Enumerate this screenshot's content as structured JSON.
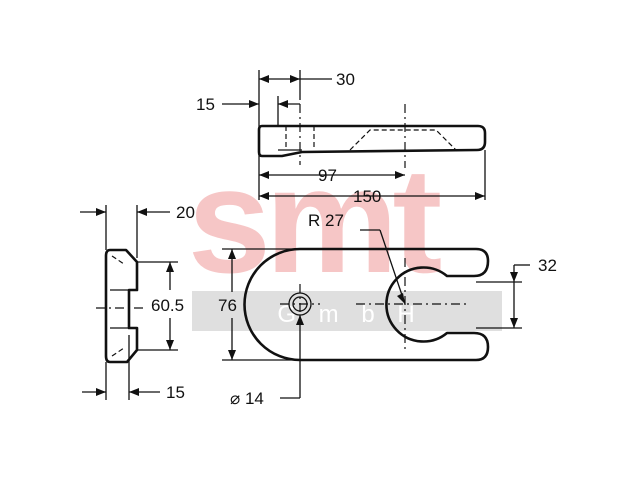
{
  "watermark": {
    "logo": "smt",
    "subtext": "G m b H",
    "logo_color": "#f4b4b4",
    "band_color": "#d9d9d9"
  },
  "dimensions": {
    "d30": "30",
    "d15_top": "15",
    "d97": "97",
    "d150": "150",
    "d20": "20",
    "d60_5": "60.5",
    "d15_bottom": "15",
    "d76": "76",
    "r27": "R 27",
    "d32": "32",
    "dia14": "⌀ 14"
  },
  "colors": {
    "ink": "#111111",
    "background": "#ffffff"
  }
}
